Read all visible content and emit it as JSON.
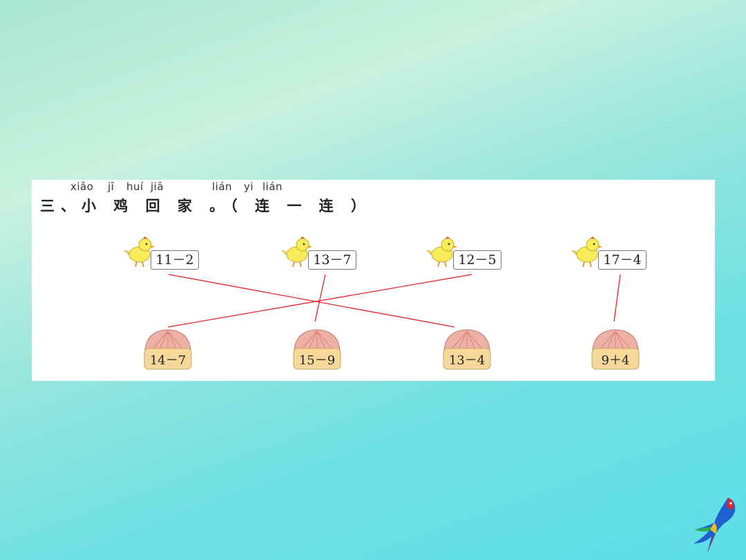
{
  "pinyin": {
    "xiao": "xiǎo",
    "ji": "jī",
    "hui": "huí",
    "jia": "jiā",
    "lian1": "lián",
    "yi": "yi",
    "lian2": "lián"
  },
  "title": "三、小 鸡 回 家 。（ 连 一 连 ）",
  "chicks": [
    {
      "expr": "11－2"
    },
    {
      "expr": "13－7"
    },
    {
      "expr": "12－5"
    },
    {
      "expr": "17－4"
    }
  ],
  "houses": [
    {
      "expr": "14－7"
    },
    {
      "expr": "15－9"
    },
    {
      "expr": "13－4"
    },
    {
      "expr": "9＋4"
    }
  ],
  "connections": [
    {
      "chick": 0,
      "house": 2
    },
    {
      "chick": 1,
      "house": 1
    },
    {
      "chick": 2,
      "house": 0
    },
    {
      "chick": 3,
      "house": 3
    }
  ],
  "colors": {
    "line": "#e0242a",
    "roof": "#eeb1a6",
    "roof_stripe": "#d98677",
    "base": "#f6d89a",
    "chick": "#f8ec5a"
  }
}
